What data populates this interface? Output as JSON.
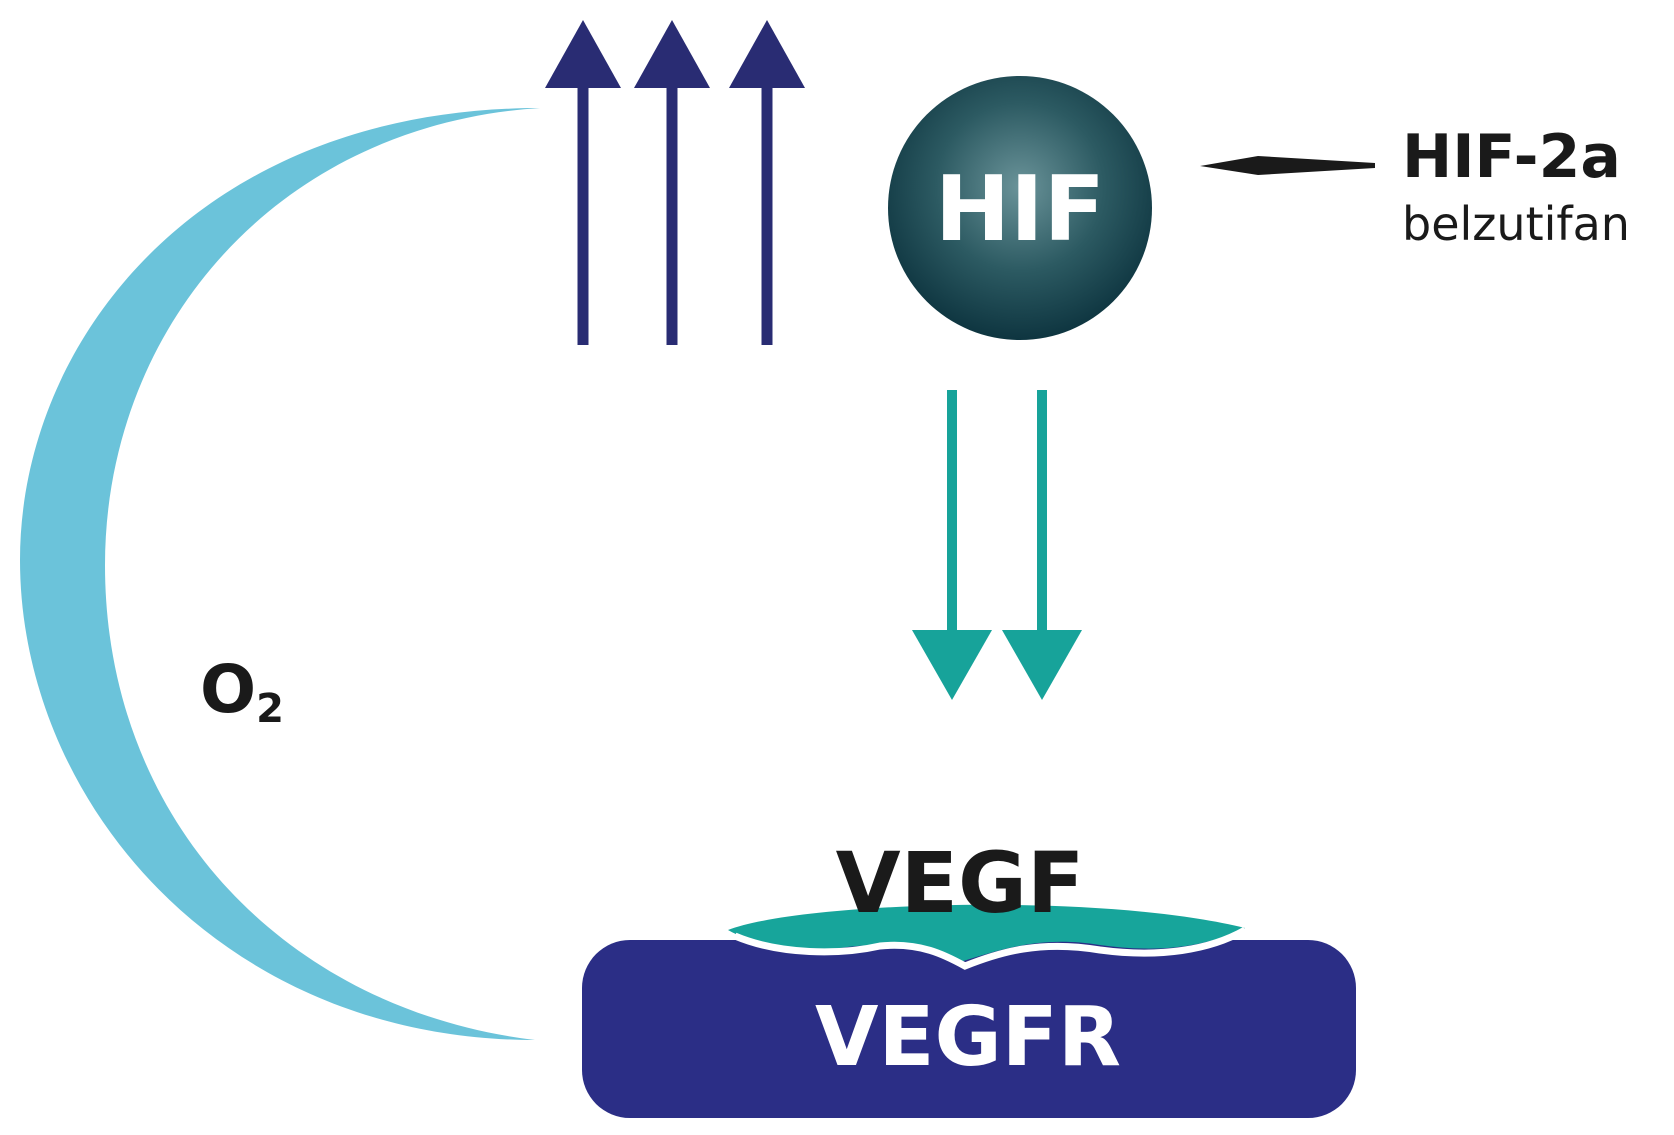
{
  "labels": {
    "hif": "HIF",
    "hif_2a": "HIF-2a",
    "belzutifan": "belzutifan",
    "o2_main": "O",
    "o2_sub": "2",
    "vegf": "VEGF",
    "vegfr": "VEGFR"
  },
  "colors": {
    "crescent": "#6BC3DA",
    "up_arrows": "#292C73",
    "down_arrows": "#17A39A",
    "hif_sphere_center": "#5E8A8F",
    "hif_sphere_edge": "#0F3A44",
    "vegf_ligand": "#17A59B",
    "vegfr_receptor": "#2B2E86",
    "inhibitor": "#1A1A1A",
    "text_dark": "#1A1A1A",
    "text_light": "#FFFFFF"
  }
}
